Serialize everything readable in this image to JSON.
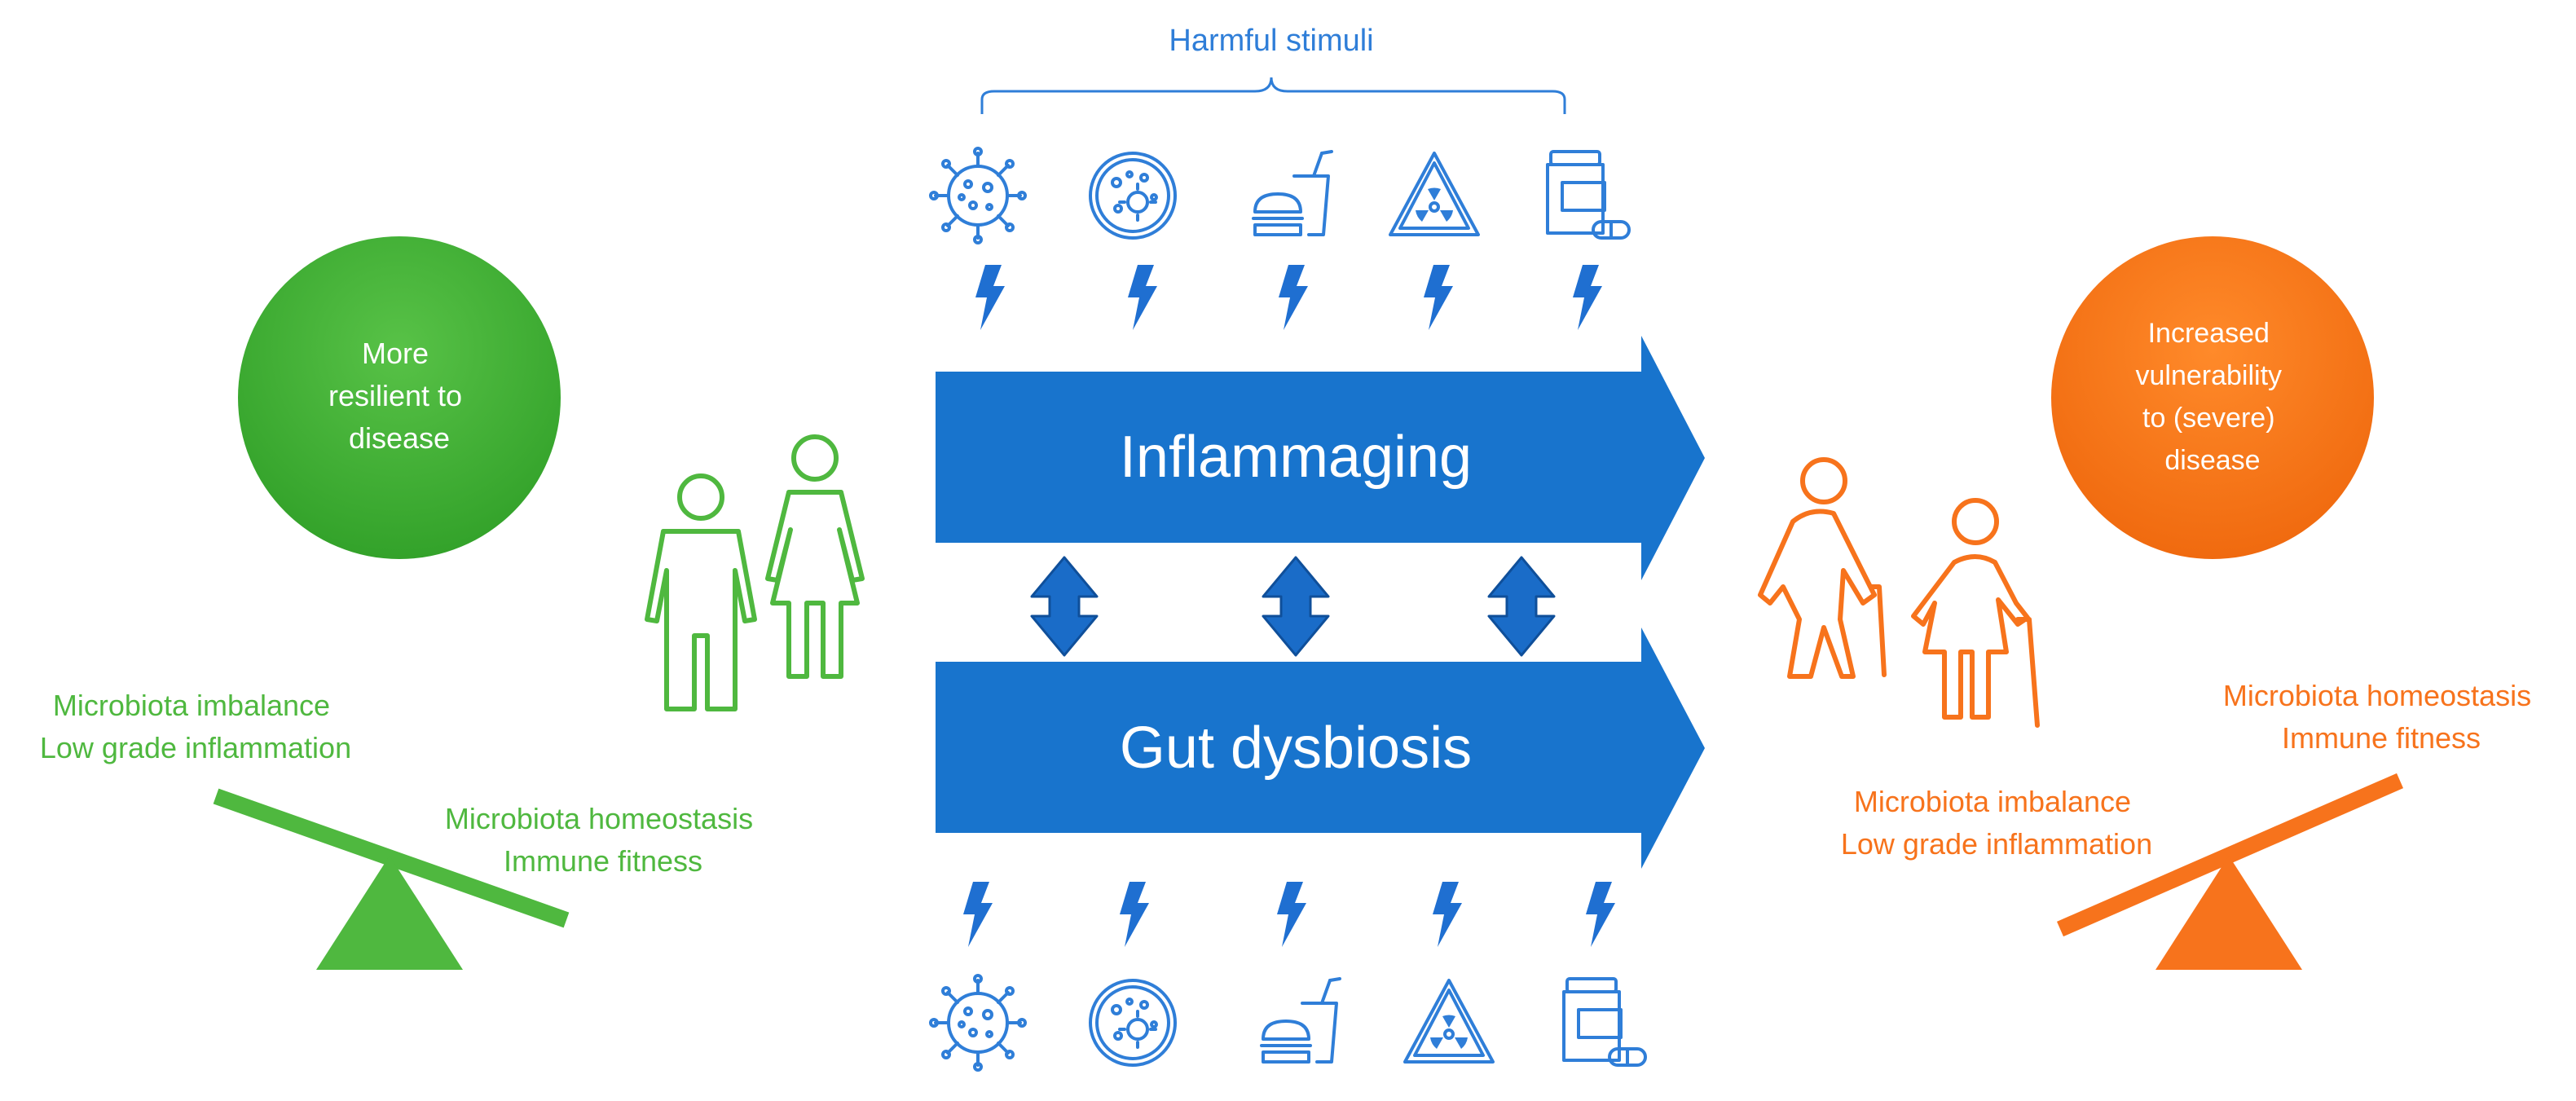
{
  "stimuli_label": "Harmful stimuli",
  "arrows": {
    "top": "Inflammaging",
    "bottom": "Gut dysbiosis"
  },
  "left": {
    "circle": [
      "More",
      "resilient to",
      "disease"
    ],
    "heavy_side": [
      "Microbiota imbalance",
      "Low grade inflammation"
    ],
    "light_side": [
      "Microbiota homeostasis",
      "Immune fitness"
    ]
  },
  "right": {
    "circle": [
      "Increased",
      "vulnerability",
      "to (severe)",
      "disease"
    ],
    "heavy_side": [
      "Microbiota homeostasis",
      "Immune fitness"
    ],
    "light_side": [
      "Microbiota imbalance",
      "Low grade inflammation"
    ]
  },
  "colors": {
    "blue": "#1874cd",
    "icon_blue": "#2f7ed8",
    "green": "#4fb83f",
    "orange": "#f7731c",
    "white": "#ffffff"
  },
  "icons": [
    "virus-icon",
    "petri-dish-icon",
    "junk-food-icon",
    "radiation-icon",
    "medication-icon"
  ]
}
